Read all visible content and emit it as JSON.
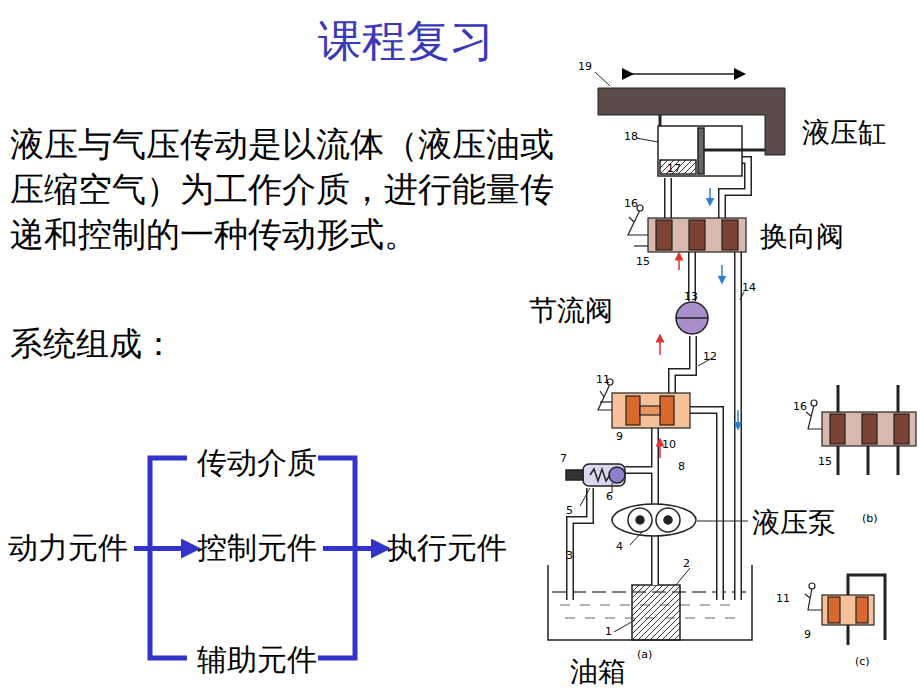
{
  "diagram": {
    "title": "课程复习",
    "nodes": [
      {
        "text": [
          "传动介质"
        ]
      },
      {
        "text": [
          "动力元件"
        ]
      },
      {
        "text": [
          "控制元件"
        ]
      },
      {
        "text": [
          "执行元件"
        ]
      },
      {
        "text": [
          "辅助元件"
        ]
      }
    ],
    "edges": [
      {
        "from": 1,
        "to": 2,
        "arrow": "to"
      },
      {
        "from": 2,
        "to": 3,
        "arrow": "to"
      }
    ],
    "labels": [
      "液压与气压传动是以流体（液压油或压缩空气）为工作介质，进行能量传递和控制的一种传动形式。",
      "系统组成：",
      "液压缸",
      "换向阀",
      "节流阀",
      "液压泵",
      "油箱",
      "19",
      "18",
      "17",
      "16",
      "15",
      "13",
      "14",
      "12",
      "11",
      "9",
      "10",
      "7",
      "8",
      "5",
      "6",
      "4",
      "3",
      "2",
      "1",
      "(a)",
      "16",
      "15",
      "(b)",
      "11",
      "9",
      "(c)"
    ]
  }
}
